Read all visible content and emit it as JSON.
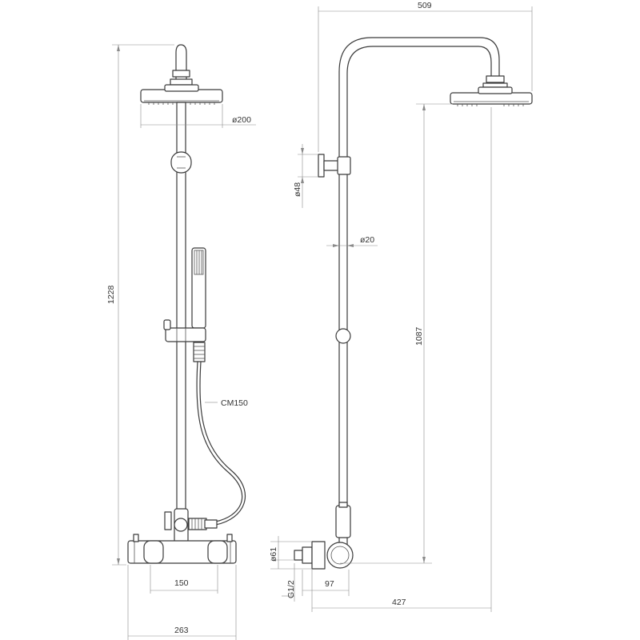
{
  "labels": {
    "overall_height": "1228",
    "shower_head_diameter": "ø200",
    "hand_shower_model": "CM150",
    "inlet_spacing": "150",
    "mixer_width": "263",
    "projection": "509",
    "wall_bracket_diameter": "ø48",
    "pipe_diameter": "ø20",
    "head_height": "1087",
    "mixer_body_diameter": "ø61",
    "thread": "G1/2",
    "wall_to_pipe": "97",
    "wall_to_head": "427"
  },
  "colors": {
    "line": "#3a3a3a",
    "dimension": "#8a8a8a",
    "text": "#333333",
    "background": "#ffffff"
  }
}
